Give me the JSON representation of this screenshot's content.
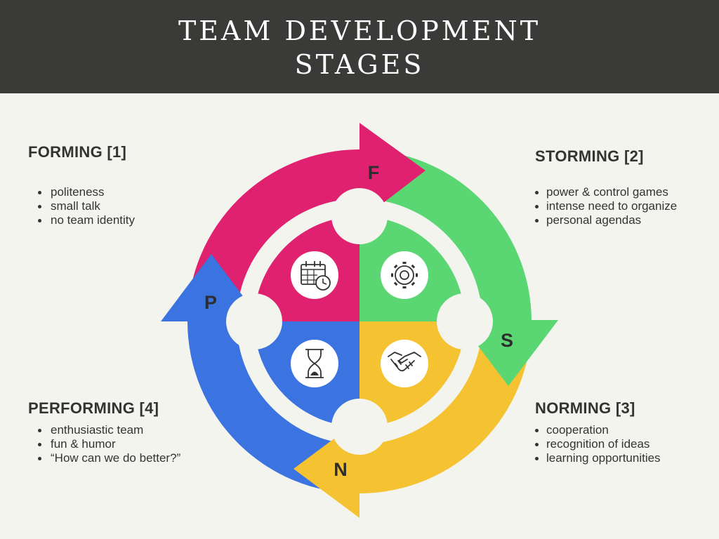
{
  "title": "TEAM DEVELOPMENT STAGES",
  "stages": {
    "forming": {
      "heading": "FORMING [1]",
      "letter": "F",
      "color": "#e02170",
      "icon": "calendar-clock-icon",
      "items": [
        "politeness",
        "small talk",
        "no team identity"
      ]
    },
    "storming": {
      "heading": "STORMING [2]",
      "letter": "S",
      "color": "#5ad673",
      "icon": "gear-icon",
      "items": [
        "power & control games",
        "intense need to organize",
        "personal agendas"
      ]
    },
    "norming": {
      "heading": "NORMING [3]",
      "letter": "N",
      "color": "#f5c332",
      "icon": "handshake-icon",
      "items": [
        "cooperation",
        "recognition of ideas",
        "learning opportunities"
      ]
    },
    "performing": {
      "heading": "PERFORMING [4]",
      "letter": "P",
      "color": "#3b73e0",
      "icon": "hourglass-icon",
      "items": [
        "enthusiastic team",
        "fun & humor",
        "“How can we do better?”"
      ]
    }
  }
}
